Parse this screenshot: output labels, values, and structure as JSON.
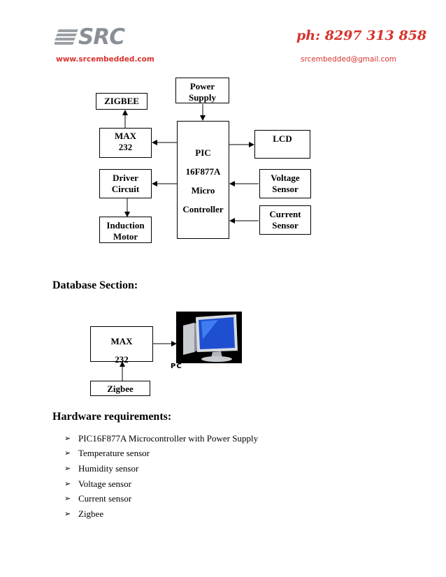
{
  "header": {
    "logo_text": "SRC",
    "website": "www.srcembedded.com",
    "phone": "ph: 8297 313 858",
    "email": "srcembedded@gmail.com"
  },
  "block_diagram": {
    "power_supply": [
      "Power",
      "Supply"
    ],
    "zigbee": "ZIGBEE",
    "max232": [
      "MAX",
      "232"
    ],
    "driver": [
      "Driver",
      "Circuit"
    ],
    "motor": [
      "Induction",
      "Motor"
    ],
    "mcu": [
      "PIC",
      "16F877A",
      "Micro",
      "Controller"
    ],
    "lcd": "LCD",
    "voltage": [
      "Voltage",
      "Sensor"
    ],
    "current": [
      "Current",
      "Sensor"
    ]
  },
  "database": {
    "heading": "Database Section:",
    "max232": [
      "MAX",
      "232"
    ],
    "zigbee": "Zigbee",
    "pc_label": "PC"
  },
  "hardware": {
    "heading": "Hardware requirements:",
    "items": [
      "PIC16F877A  Microcontroller with Power Supply",
      "Temperature sensor",
      "Humidity sensor",
      "Voltage sensor",
      "Current sensor",
      "Zigbee"
    ]
  }
}
